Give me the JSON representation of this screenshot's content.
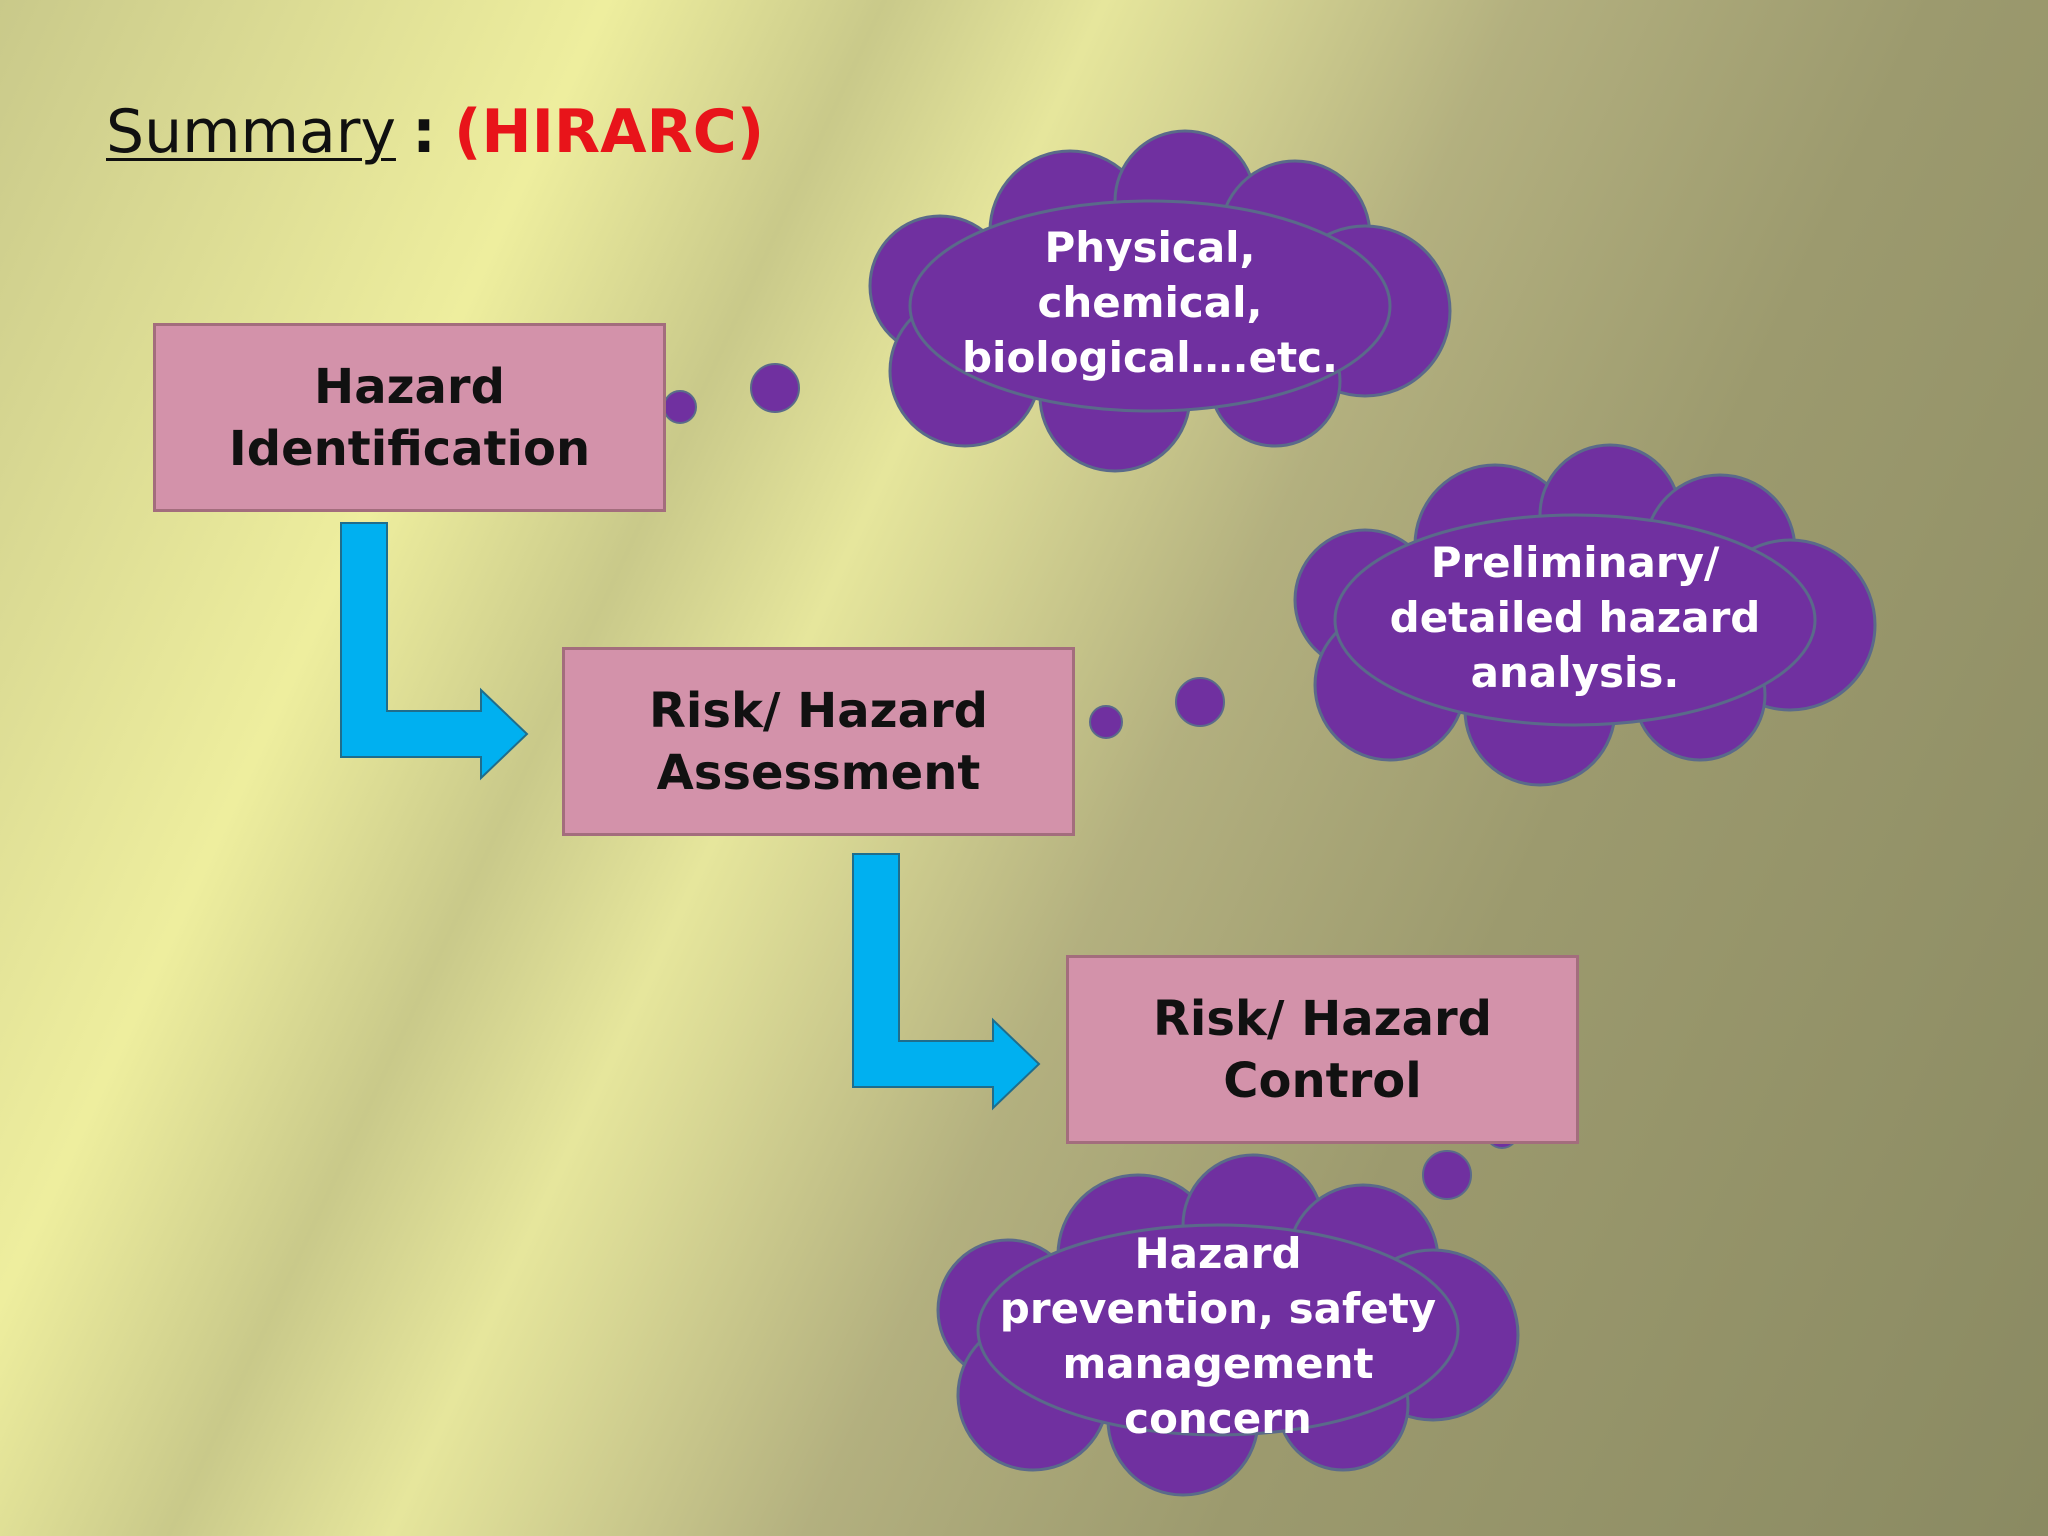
{
  "title": {
    "word": "Summary",
    "separator": ":",
    "acronym": "(HIRARC)"
  },
  "steps": [
    {
      "line1": "Hazard",
      "line2": "Identification"
    },
    {
      "line1": "Risk/ Hazard",
      "line2": "Assessment"
    },
    {
      "line1": "Risk/ Hazard",
      "line2": "Control"
    }
  ],
  "clouds": [
    {
      "lines": [
        "Physical,",
        "chemical,",
        "biological….etc."
      ]
    },
    {
      "lines": [
        "Preliminary/",
        "detailed hazard",
        "analysis."
      ]
    },
    {
      "lines": [
        "Hazard",
        "prevention, safety",
        "management",
        "concern"
      ]
    }
  ],
  "colors": {
    "box_fill": "#d392aa",
    "cloud_fill": "#7030a0",
    "arrow_fill": "#00b0f0",
    "title_accent": "#e8141a"
  }
}
